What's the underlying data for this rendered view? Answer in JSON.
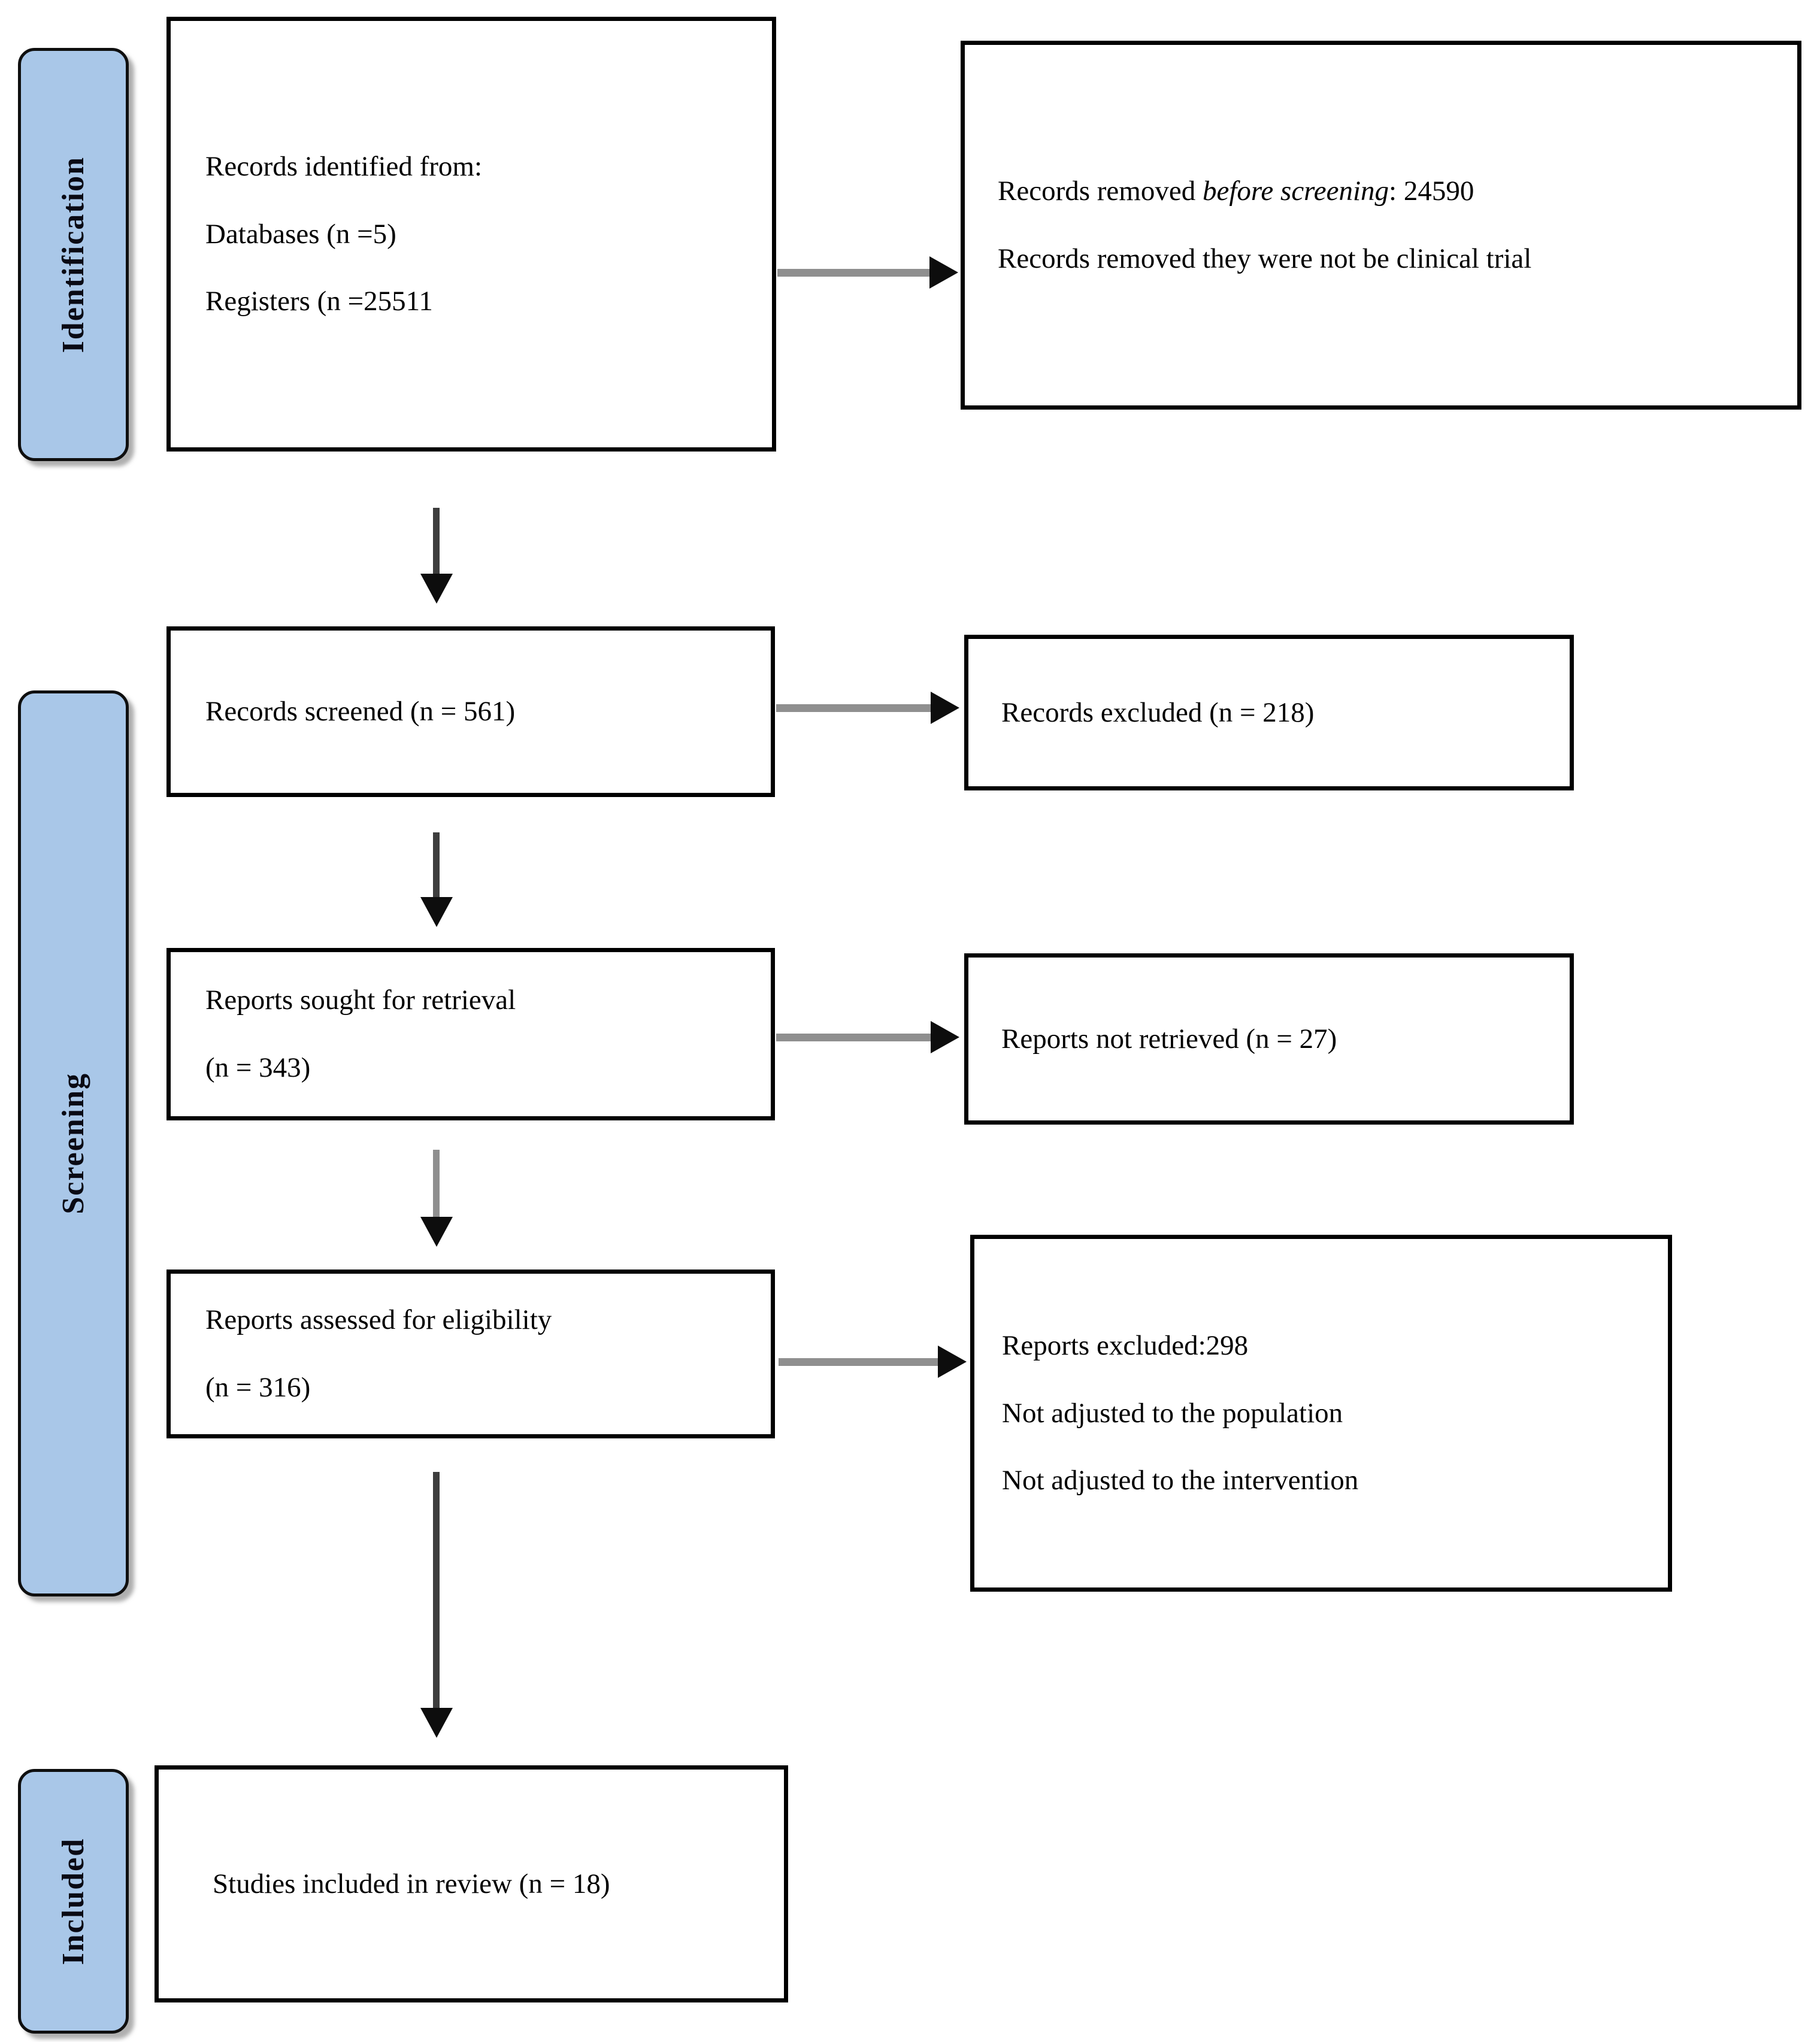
{
  "page": {
    "background": "#ffffff"
  },
  "stages": {
    "identification": "Identification",
    "screening": "Screening",
    "included": "Included"
  },
  "boxes": {
    "identified": {
      "lines": [
        "Records identified from:",
        "Databases (n =5)",
        "Registers (n =25511"
      ]
    },
    "removed": {
      "line1_prefix": "Records removed ",
      "line1_italic": "before screening",
      "line1_suffix": ": 24590",
      "line2": "Records removed they were not be clinical trial"
    },
    "screened": {
      "text": "Records screened (n = 561)"
    },
    "records_excluded": {
      "text": "Records excluded (n = 218)"
    },
    "sought": {
      "lines": [
        "Reports sought for retrieval",
        "(n = 343)"
      ]
    },
    "not_retrieved": {
      "text": "Reports not retrieved (n = 27)"
    },
    "assessed": {
      "lines": [
        "Reports assessed for eligibility",
        "(n = 316)"
      ]
    },
    "reports_excluded": {
      "lines": [
        "Reports excluded:298",
        "Not adjusted to the population",
        "Not adjusted to the intervention"
      ]
    },
    "included_studies": {
      "text": "Studies included in review (n = 18)"
    }
  },
  "colors": {
    "stage_fill": "#a9c7e8",
    "box_border": "#000000",
    "arrow_gray": "#8f8f8f",
    "arrow_dark": "#3d3d3d",
    "arrow_head": "#0d0d0d",
    "text": "#000000",
    "page_bg": "#ffffff"
  }
}
